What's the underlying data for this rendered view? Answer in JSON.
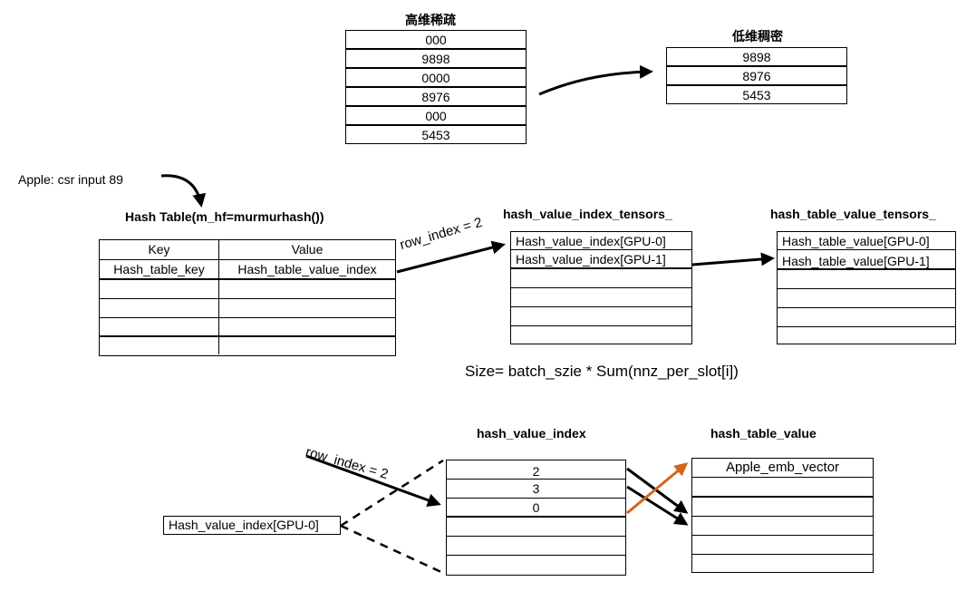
{
  "top": {
    "sparse_title": "高维稀疏",
    "sparse_rows": [
      "000",
      "9898",
      "0000",
      "8976",
      "000",
      "5453"
    ],
    "dense_title": "低维稠密",
    "dense_rows": [
      "9898",
      "8976",
      "5453"
    ]
  },
  "input_label": "Apple: csr input  89",
  "hash_table": {
    "title": "Hash Table(m_hf=murmurhash())",
    "header_key": "Key",
    "header_value": "Value",
    "row1_key": "Hash_table_key",
    "row1_value": "Hash_table_value_index"
  },
  "row_index_label_1": "row_index = 2",
  "index_tensors": {
    "title": "hash_value_index_tensors_",
    "rows": [
      "Hash_value_index[GPU-0]",
      "Hash_value_index[GPU-1]"
    ]
  },
  "value_tensors": {
    "title": "hash_table_value_tensors_",
    "rows": [
      "Hash_table_value[GPU-0]",
      "Hash_table_value[GPU-1]"
    ]
  },
  "size_formula": "Size= batch_szie * Sum(nnz_per_slot[i])",
  "bottom": {
    "source_label": "Hash_value_index[GPU-0]",
    "row_index_label_2": "row_index = 2",
    "index_title": "hash_value_index",
    "index_rows": [
      "2",
      "3",
      "0"
    ],
    "value_title": "hash_table_value",
    "value_rows": [
      "Apple_emb_vector"
    ]
  },
  "colors": {
    "orange_arrow": "#d0661d",
    "line": "#000000"
  }
}
